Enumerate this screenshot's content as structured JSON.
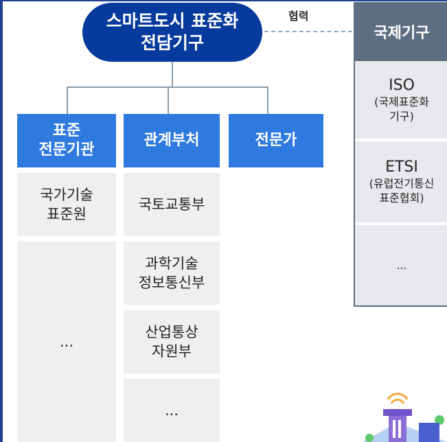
{
  "central": {
    "line1": "스마트도시 표준화",
    "line2": "전담기구"
  },
  "cooperation_label": "협력",
  "international": {
    "header": "국제기구",
    "items": [
      {
        "name": "ISO",
        "desc1": "(국제표준화",
        "desc2": "기구)"
      },
      {
        "name": "ETSI",
        "desc1": "(유럽전기통신",
        "desc2": "표준협회)"
      }
    ],
    "more": "..."
  },
  "columns": {
    "standards": {
      "header1": "표준",
      "header2": "전문기관",
      "item1_l1": "국가기술",
      "item1_l2": "표준원",
      "more": "..."
    },
    "ministries": {
      "header": "관계부처",
      "item1": "국토교통부",
      "item2_l1": "과학기술",
      "item2_l2": "정보통신부",
      "item3_l1": "산업통상",
      "item3_l2": "자원부",
      "more": "..."
    },
    "experts": {
      "header": "전문가"
    }
  },
  "colors": {
    "central": "#063a9c",
    "header": "#2f7ade",
    "international": "#5d6e80",
    "cell": "#eeeff1"
  }
}
